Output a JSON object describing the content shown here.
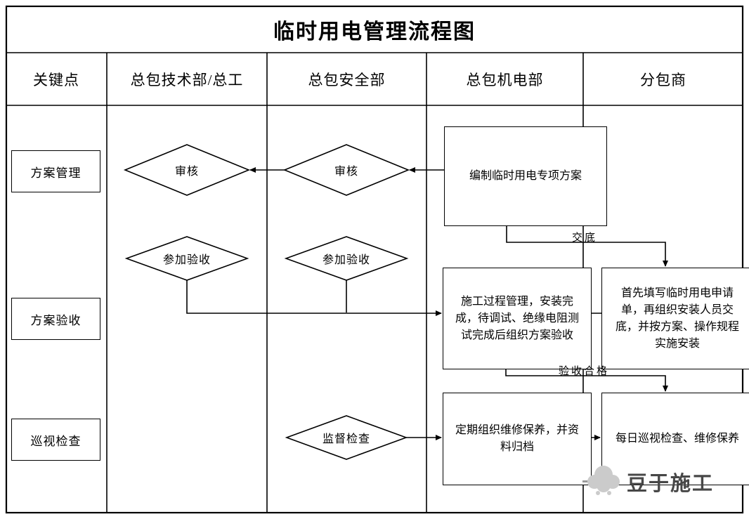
{
  "title": "临时用电管理流程图",
  "columns": [
    "关键点",
    "总包技术部/总工",
    "总包安全部",
    "总包机电部",
    "分包商"
  ],
  "key_points": [
    "方案管理",
    "方案验收",
    "巡视检查"
  ],
  "nodes": {
    "review_tech": "审核",
    "review_safety": "审核",
    "prepare_plan": "编制临时用电专项方案",
    "accept_tech": "参加验收",
    "accept_safety": "参加验收",
    "construction_manage": "施工过程管理，安装完成，待调试、绝缘电阻测试完成后组织方案验收",
    "apply_install": "首先填写临时用电申请单，再组织安装人员交底，并按方案、操作规程实施安装",
    "supervise_check": "监督检查",
    "regular_maintenance": "定期组织维修保养，并资料归档",
    "daily_inspection": "每日巡视检查、维修保养"
  },
  "edge_labels": {
    "handover": "交底",
    "acceptance_pass": "验收合格"
  },
  "watermark": {
    "text": "豆于施工"
  },
  "colors": {
    "line": "#000000",
    "background": "#ffffff",
    "watermark_icon": "#cbcbcb",
    "watermark_text": "#474747"
  }
}
